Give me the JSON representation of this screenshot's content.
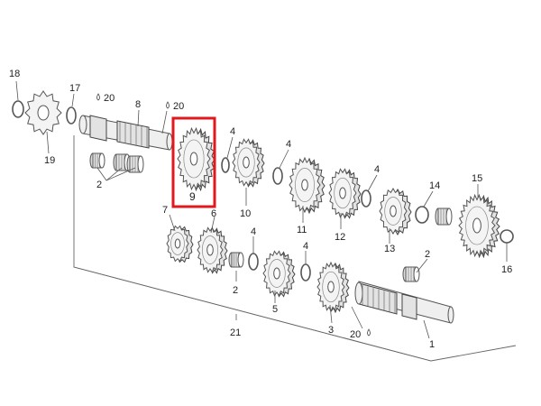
{
  "diagram": {
    "labels": {
      "l18": "18",
      "l17": "17",
      "l20a": "20",
      "l8": "8",
      "l20b": "20",
      "l19": "19",
      "l2a": "2",
      "l9": "9",
      "l4a": "4",
      "l4b": "4",
      "l10": "10",
      "l11": "11",
      "l4c": "4",
      "l12": "12",
      "l14": "14",
      "l15": "15",
      "l13": "13",
      "l2b": "2",
      "l16": "16",
      "l7": "7",
      "l6": "6",
      "l4d": "4",
      "l4e": "4",
      "l2c": "2",
      "l5": "5",
      "l3": "3",
      "l20c": "20",
      "l1": "1",
      "l21": "21"
    },
    "highlight_color": "#e0191e"
  }
}
